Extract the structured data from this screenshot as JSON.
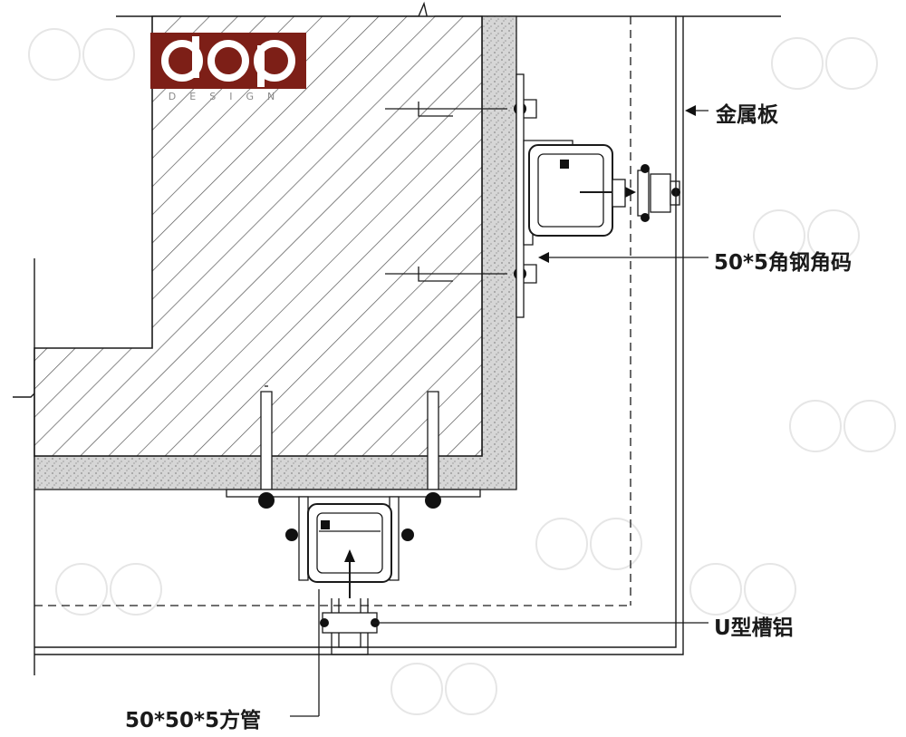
{
  "brand": {
    "logo_text": "dop",
    "logo_sub": "DESIGN",
    "logo_color": "#7d1f17"
  },
  "labels": {
    "metal_panel": "金属板",
    "angle_code": "50*5角钢角码",
    "u_channel": "U型槽铝",
    "square_tube": "50*50*5方管"
  },
  "colors": {
    "line": "#1a1a1a",
    "hatch": "#444444",
    "plaster": "#d8d8d8",
    "watermark": "#e3e3e3"
  }
}
